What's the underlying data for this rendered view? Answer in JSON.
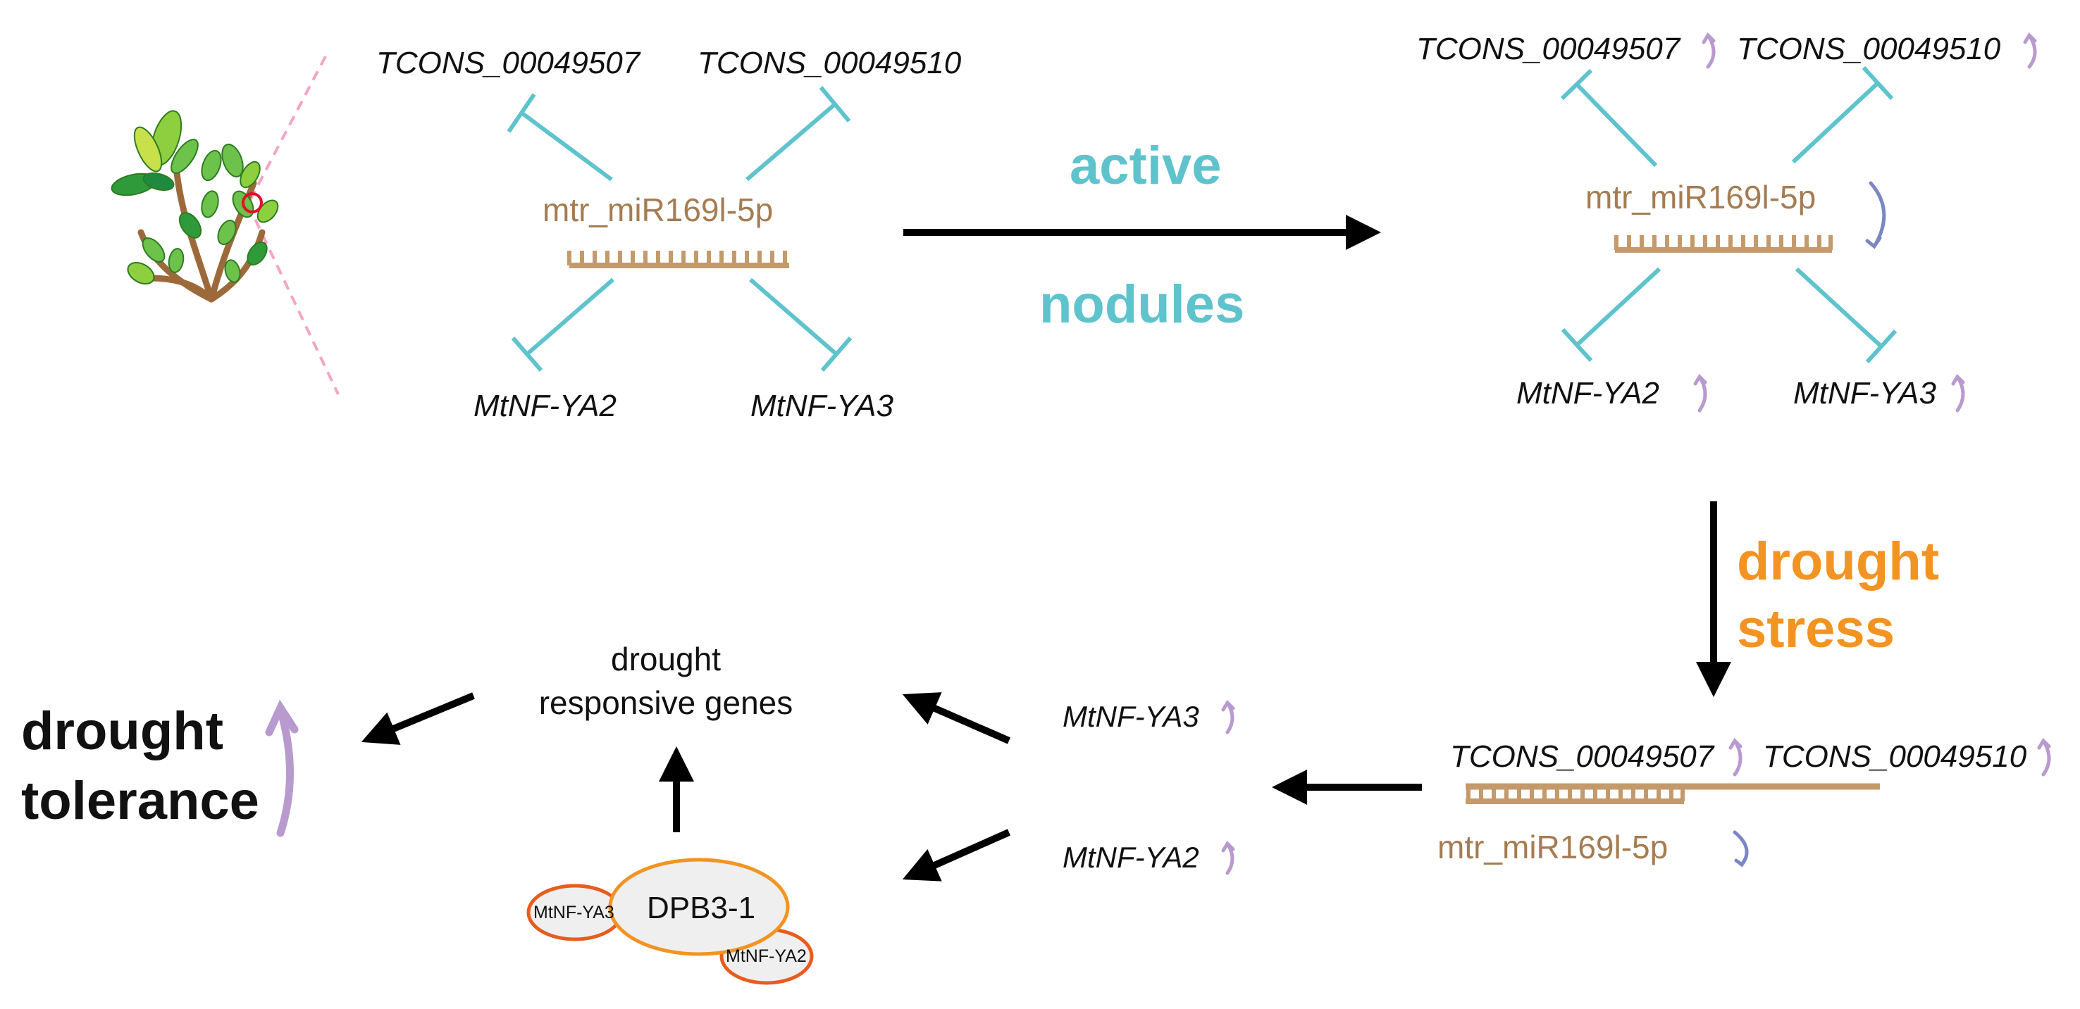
{
  "colors": {
    "inhibit": "#5ec3cc",
    "mirna": "#a57c52",
    "mirna_bar": "#c49a6c",
    "up_arrow": "#b99acf",
    "down_arrow": "#7b86c4",
    "active_nodules_text": "#5ec3cc",
    "drought_stress_text": "#f39322",
    "main_arrow": "#000000",
    "oval_outline": "#f39322",
    "oval_outline_small": "#e85c1e",
    "oval_fill": "#efefef",
    "plant_leaf": "#6cc24a",
    "plant_stem": "#9c6a3a",
    "focus_circle": "#e0102a",
    "dashed_line": "#f4a6bf"
  },
  "panel_normal": {
    "tcons1": "TCONS_00049507",
    "tcons2": "TCONS_00049510",
    "mirna": "mtr_miR169l-5p",
    "nfya2": "MtNF-YA2",
    "nfya3": "MtNF-YA3"
  },
  "transition_1": {
    "line1": "active",
    "line2": "nodules"
  },
  "panel_nodules": {
    "tcons1": "TCONS_00049507",
    "tcons2": "TCONS_00049510",
    "mirna": "mtr_miR169l-5p",
    "nfya2": "MtNF-YA2",
    "nfya3": "MtNF-YA3"
  },
  "transition_2": {
    "line1": "drought",
    "line2": "stress"
  },
  "panel_drought": {
    "tcons1": "TCONS_00049507",
    "tcons2": "TCONS_00049510",
    "mirna": "mtr_miR169l-5p"
  },
  "released": {
    "nfya3": "MtNF-YA3",
    "nfya2": "MtNF-YA2"
  },
  "responsive": {
    "line1": "drought",
    "line2": "responsive genes"
  },
  "complex": {
    "dpb": "DPB3-1",
    "nfya3": "MtNF-YA3",
    "nfya2": "MtNF-YA2"
  },
  "outcome": {
    "line1": "drought",
    "line2": "tolerance"
  }
}
